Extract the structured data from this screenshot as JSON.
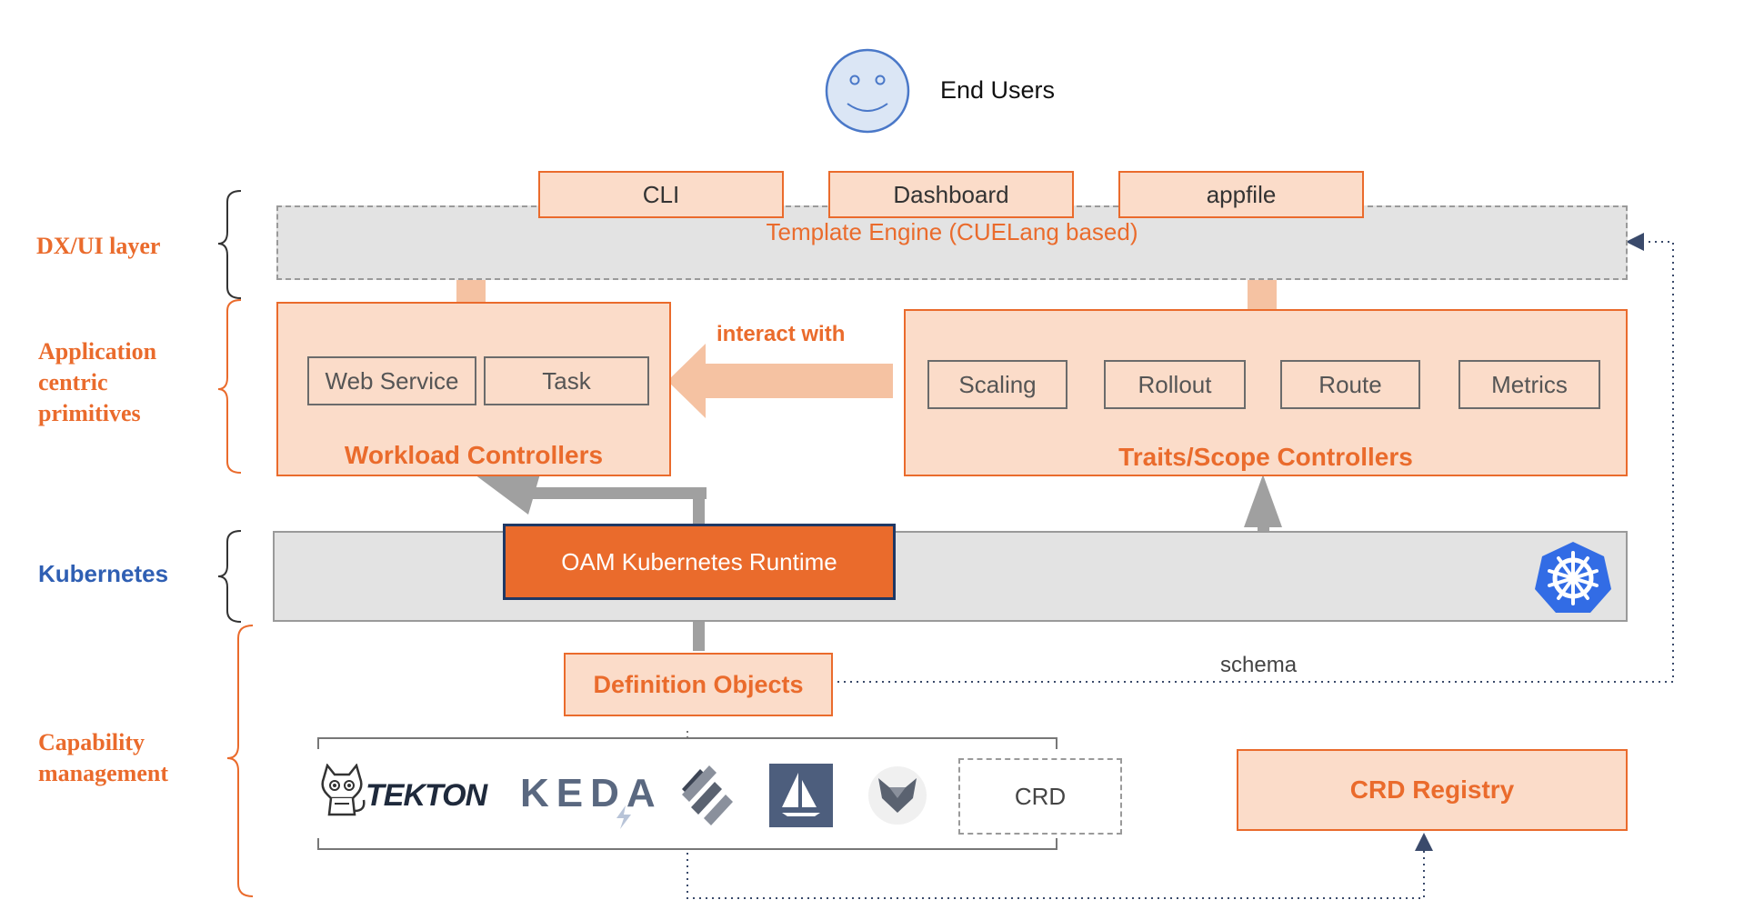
{
  "end_users": {
    "label": "End Users"
  },
  "layers": {
    "dx_ui": "DX/UI layer",
    "app_primitives": "Application\ncentric\nprimitives",
    "kubernetes": "Kubernetes",
    "capability": "Capability\nmanagement"
  },
  "dx": {
    "cli": "CLI",
    "dashboard": "Dashboard",
    "appfile": "appfile",
    "template_engine": "Template Engine (CUELang based)"
  },
  "workload": {
    "title": "Workload Controllers",
    "items": [
      "Web Service",
      "Task"
    ]
  },
  "interact_with": "interact with",
  "traits": {
    "title": "Traits/Scope Controllers",
    "items": [
      "Scaling",
      "Rollout",
      "Route",
      "Metrics"
    ]
  },
  "runtime": {
    "label": "OAM Kubernetes Runtime"
  },
  "definition_objects": "Definition Objects",
  "schema_label": "schema",
  "capabilities": {
    "tekton": "TEKTON",
    "keda": "KEDA",
    "crd": "CRD"
  },
  "crd_registry": "CRD Registry",
  "colors": {
    "orange": "#ea6b2c",
    "light_orange": "#fbdcc9",
    "arrow_orange": "#f5c2a2",
    "gray_band": "#e3e3e3",
    "blue_label": "#2f5fb3",
    "k8s_blue": "#326ce5",
    "arrow_gray": "#a0a0a0"
  }
}
